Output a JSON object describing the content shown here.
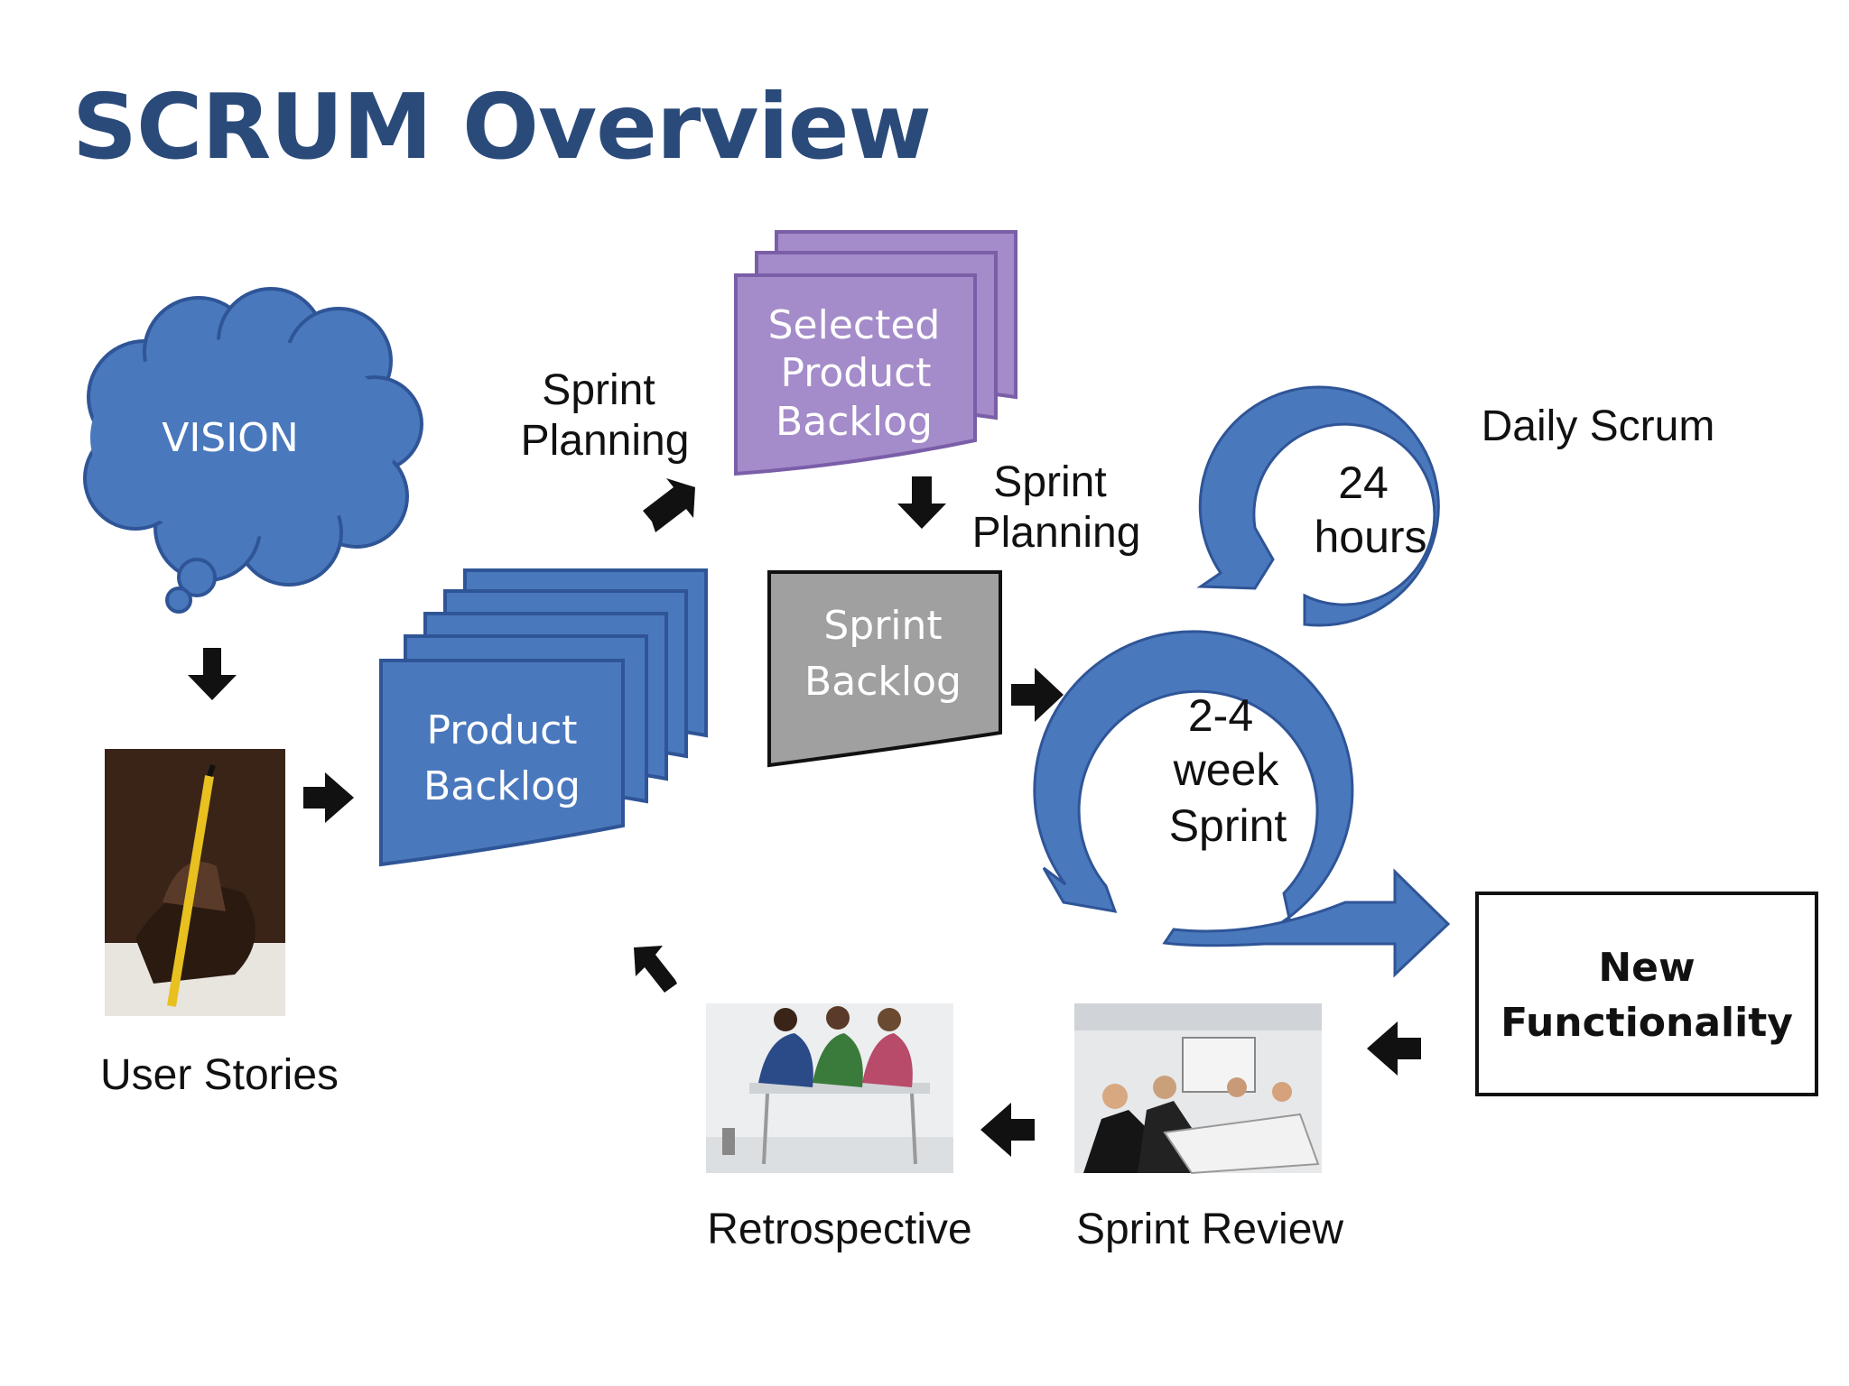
{
  "title": "SCRUM Overview",
  "colors": {
    "blue": "#4A78BC",
    "blue_dark": "#2F5597",
    "purple": "#A48BC9",
    "purple_dark": "#7A5EA8",
    "gray": "#A0A0A0",
    "title": "#2A4A7A"
  },
  "vision": "VISION",
  "user_stories": "User Stories",
  "product_backlog": {
    "line1": "Product",
    "line2": "Backlog"
  },
  "sprint_planning_1": {
    "line1": "Sprint",
    "line2": "Planning"
  },
  "selected_backlog": {
    "line1": "Selected",
    "line2": "Product",
    "line3": "Backlog"
  },
  "sprint_planning_2": {
    "line1": "Sprint",
    "line2": "Planning"
  },
  "sprint_backlog": {
    "line1": "Sprint",
    "line2": "Backlog"
  },
  "daily_scrum": "Daily Scrum",
  "daily_cycle": {
    "line1": "24",
    "line2": "hours"
  },
  "sprint_cycle": {
    "line1": "2-4",
    "line2": "week",
    "line3": "Sprint"
  },
  "new_functionality": {
    "line1": "New",
    "line2": "Functionality"
  },
  "sprint_review": "Sprint Review",
  "retrospective": "Retrospective",
  "icons": [
    "cloud-icon",
    "pencil-writing-photo",
    "meeting-room-photo",
    "team-huddle-photo",
    "arrow-icon",
    "cycle-arrow-icon"
  ]
}
